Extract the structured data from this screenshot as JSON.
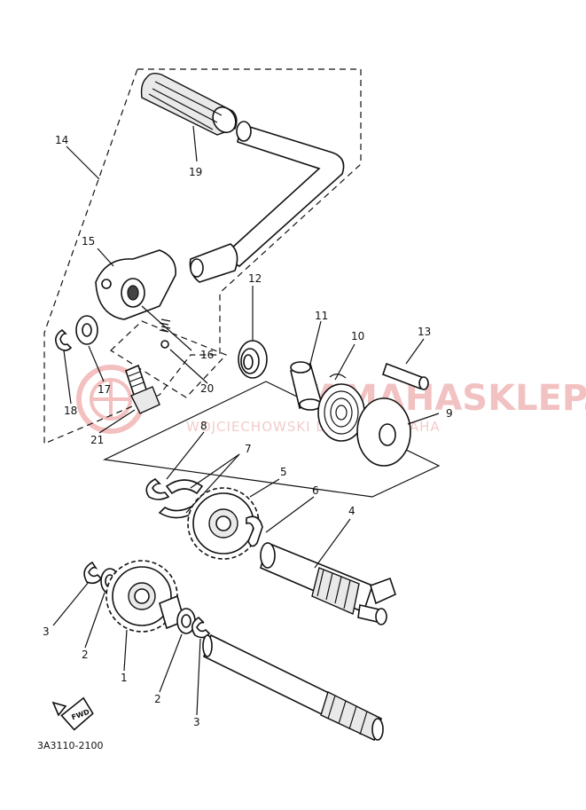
{
  "watermark": {
    "brand": "YAMAHASKLEP.PL",
    "subtitle": "WOJCIECHOWSKI DEALER YAMAHA"
  },
  "labels": {
    "p1": "1",
    "p2a": "2",
    "p2b": "2",
    "p3a": "3",
    "p3b": "3",
    "p4": "4",
    "p5": "5",
    "p6": "6",
    "p7": "7",
    "p8": "8",
    "p9": "9",
    "p10": "10",
    "p11": "11",
    "p12": "12",
    "p13": "13",
    "p14": "14",
    "p15": "15",
    "p16": "16",
    "p17": "17",
    "p18": "18",
    "p19": "19",
    "p20": "20",
    "p21": "21"
  },
  "fwd_label": "FWD",
  "diagram_code": "3A3110-2100"
}
